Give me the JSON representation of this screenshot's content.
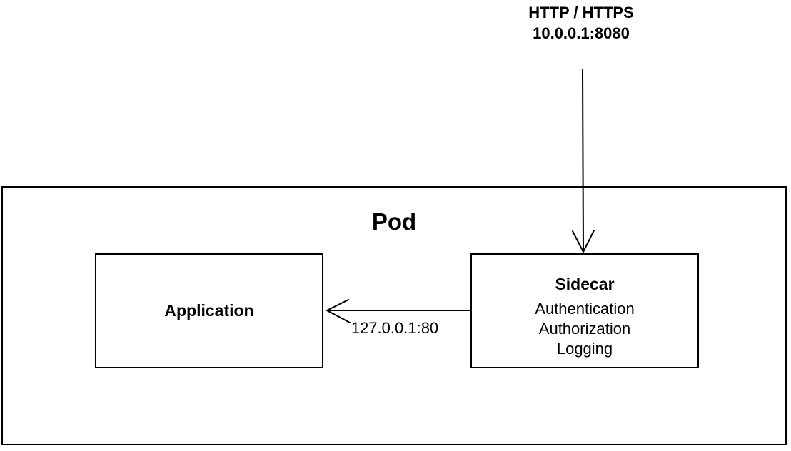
{
  "diagram": {
    "external_traffic_label": {
      "line1": "HTTP / HTTPS",
      "line2": "10.0.0.1:8080"
    },
    "pod": {
      "title": "Pod"
    },
    "application": {
      "title": "Application"
    },
    "sidecar": {
      "title": "Sidecar",
      "features": [
        "Authentication",
        "Authorization",
        "Logging"
      ]
    },
    "internal_port_label": "127.0.0.1:80",
    "icons": {
      "ingress_arrow": "arrow-down",
      "sidecar_to_app_arrow": "arrow-left"
    },
    "colors": {
      "stroke": "#000000",
      "text": "#000000",
      "background": "#ffffff"
    }
  }
}
